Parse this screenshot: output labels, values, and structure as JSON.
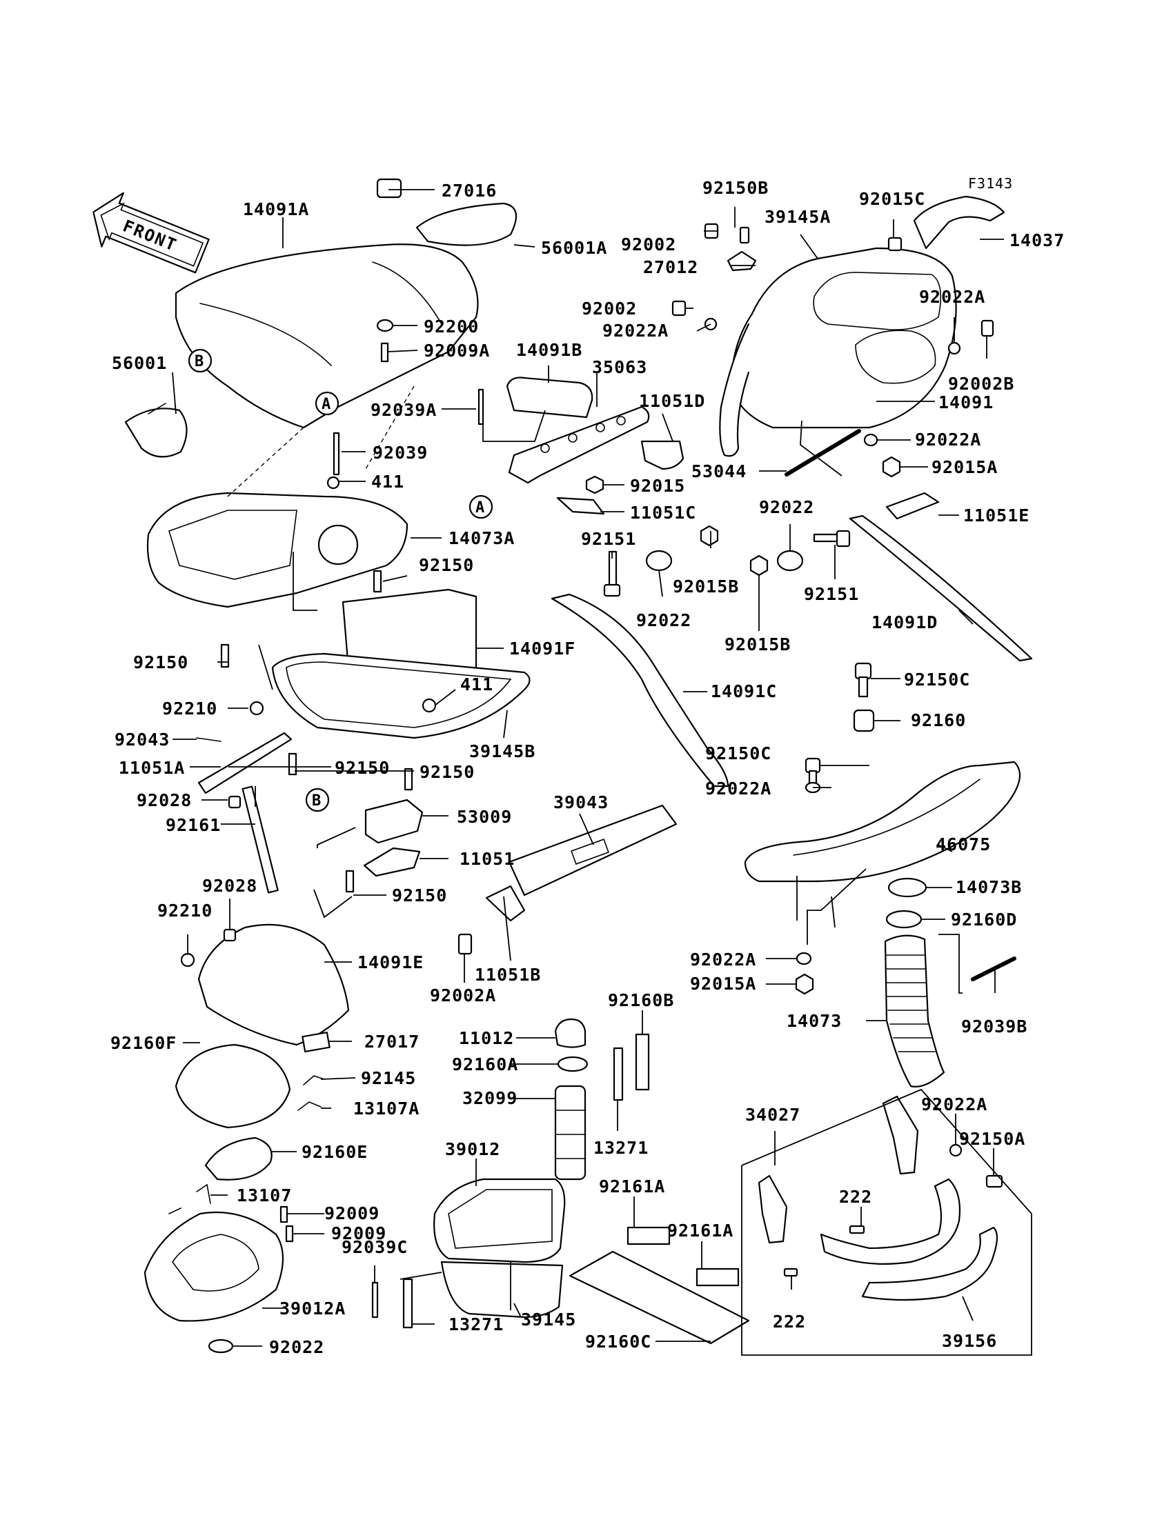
{
  "diagram_ref": "F3143",
  "front_label": "FRONT",
  "view_markers": [
    "A",
    "B"
  ],
  "parts": [
    "14091A",
    "27016",
    "56001A",
    "92200",
    "92009A",
    "56001",
    "92039A",
    "14091B",
    "35063",
    "11051D",
    "92039",
    "411",
    "14073A",
    "92015",
    "11051C",
    "92150",
    "14091F",
    "411",
    "92150",
    "39145B",
    "92210",
    "92043",
    "11051A",
    "92150",
    "92150",
    "92028",
    "92161",
    "53009",
    "11051",
    "92150",
    "92028",
    "92210",
    "14091E",
    "92160F",
    "27017",
    "92145",
    "13107A",
    "92160E",
    "13107",
    "92009",
    "92009",
    "92039C",
    "39012A",
    "92022",
    "39012",
    "13271",
    "39145",
    "11012",
    "92160A",
    "32099",
    "13271",
    "92160B",
    "92161A",
    "92161A",
    "92160C",
    "39043",
    "92002A",
    "11051B",
    "92150B",
    "92015C",
    "14037",
    "92002",
    "39145A",
    "27012",
    "92002",
    "92022A",
    "92022A",
    "92002B",
    "14091",
    "92022A",
    "53044",
    "92015A",
    "11051E",
    "92151",
    "92015B",
    "92022",
    "92022",
    "92151",
    "92015B",
    "14091D",
    "14091C",
    "92150C",
    "92160",
    "92150C",
    "92022A",
    "46075",
    "14073B",
    "92160D",
    "92022A",
    "92015A",
    "14073",
    "92039B",
    "34027",
    "92022A",
    "92150A",
    "222",
    "222",
    "39156"
  ]
}
